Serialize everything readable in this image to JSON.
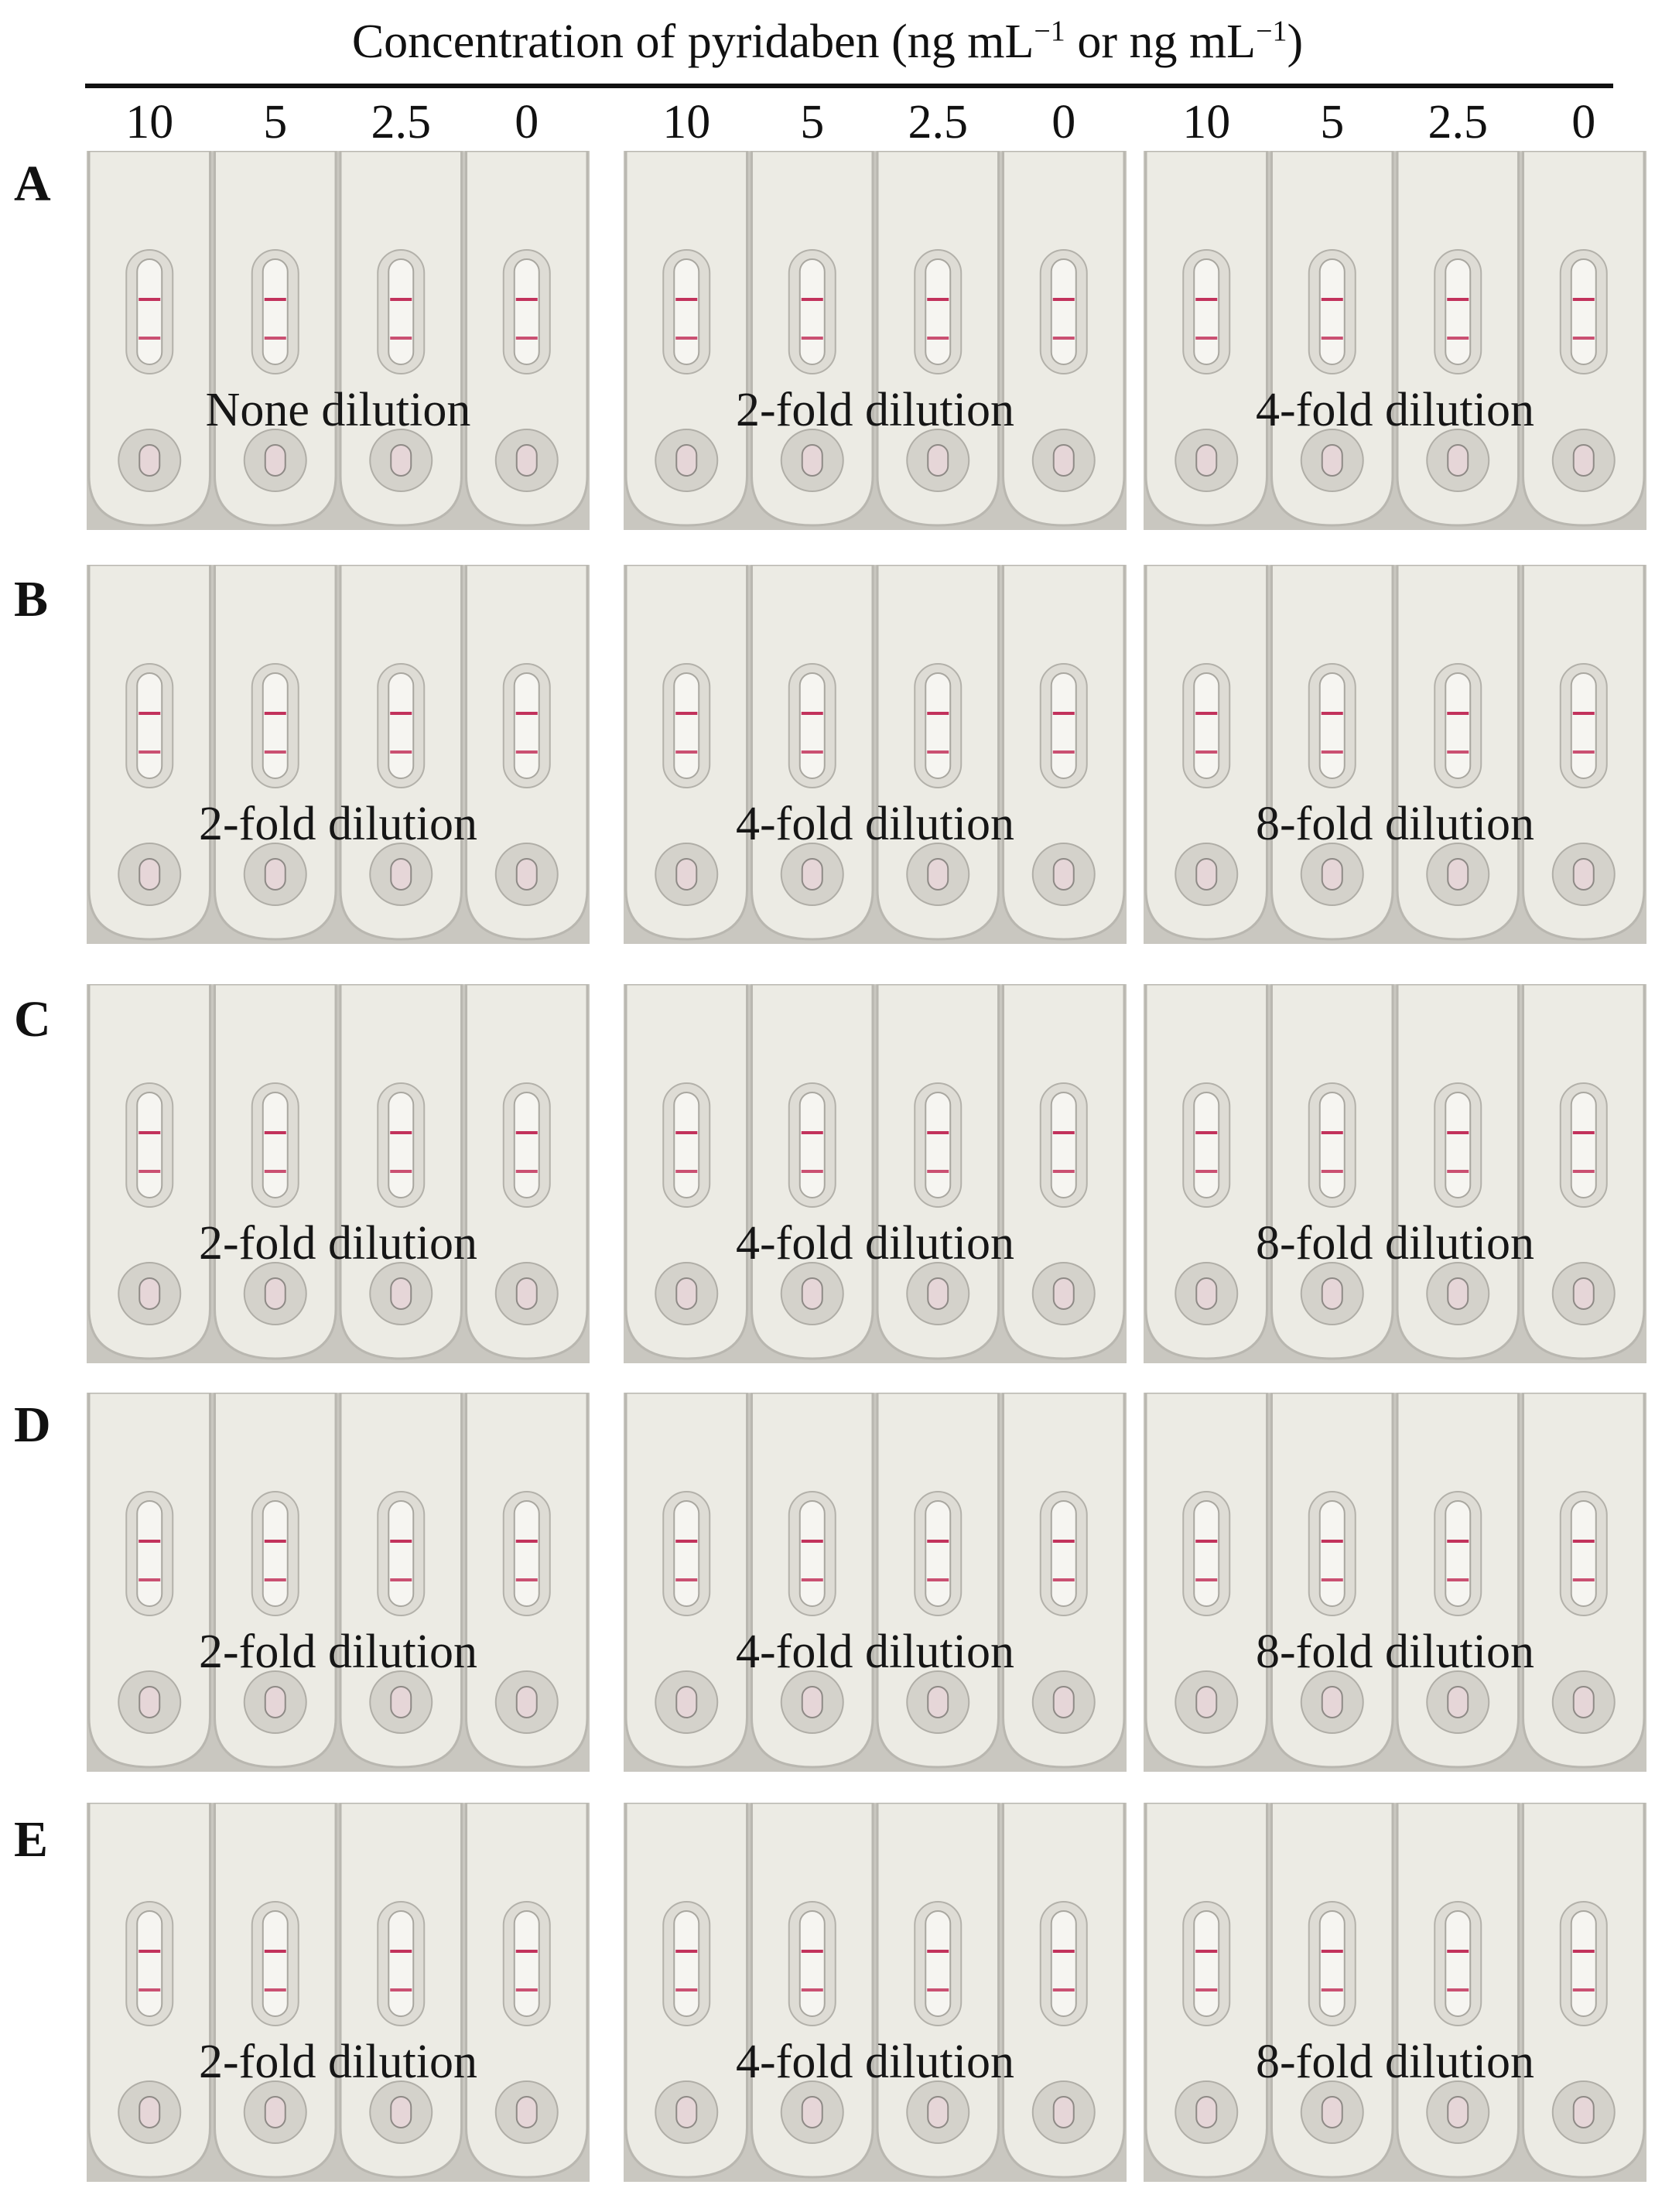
{
  "header": {
    "title_main": "Concentration of pyridaben (ng mL",
    "sup1": "−1",
    "title_mid": " or ng mL",
    "sup2": "−1",
    "title_end": ")",
    "concentrations": [
      "10",
      "5",
      "2.5",
      "0"
    ]
  },
  "rows": [
    {
      "label": "A",
      "dilutions": [
        "None dilution",
        "2-fold dilution",
        "4-fold dilution"
      ]
    },
    {
      "label": "B",
      "dilutions": [
        "2-fold dilution",
        "4-fold dilution",
        "8-fold dilution"
      ]
    },
    {
      "label": "C",
      "dilutions": [
        "2-fold dilution",
        "4-fold dilution",
        "8-fold dilution"
      ]
    },
    {
      "label": "D",
      "dilutions": [
        "2-fold dilution",
        "4-fold dilution",
        "8-fold dilution"
      ]
    },
    {
      "label": "E",
      "dilutions": [
        "2-fold dilution",
        "4-fold dilution",
        "8-fold dilution"
      ]
    }
  ],
  "colors": {
    "strip": "#ecebe4",
    "strip_shadow": "#b9b7b0",
    "background": "#c9c7c0",
    "test_line": "#c2325c",
    "window": "#f6f5f1"
  }
}
